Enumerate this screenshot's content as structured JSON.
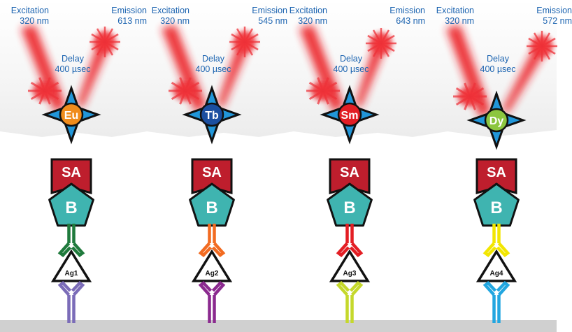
{
  "colors": {
    "label_text": "#1b63b0",
    "beam_red": "#ec1c24",
    "star_blue": "#2196d9",
    "sa_red": "#be1e2d",
    "biotin_teal": "#3fb4b0",
    "surface_gray": "#d0d0d0"
  },
  "columns": [
    {
      "excitation": "Excitation",
      "excitation_wl": "320 nm",
      "emission": "Emission",
      "emission_wl": "613 nm",
      "delay": "Delay",
      "delay_time": "400 µsec",
      "lanthanide": "Eu",
      "lanthanide_color": "#f08c1c",
      "streptavidin": "SA",
      "biotin": "B",
      "detection_antibody_color": "#1f7a3c",
      "antigen": "Ag1",
      "capture_antibody_color": "#7b6cb8"
    },
    {
      "excitation": "Excitation",
      "excitation_wl": "320 nm",
      "emission": "Emission",
      "emission_wl": "545 nm",
      "delay": "Delay",
      "delay_time": "400 µsec",
      "lanthanide": "Tb",
      "lanthanide_color": "#1b4fa0",
      "streptavidin": "SA",
      "biotin": "B",
      "detection_antibody_color": "#f26b21",
      "antigen": "Ag2",
      "capture_antibody_color": "#8b2a8f"
    },
    {
      "excitation": "Excitation",
      "excitation_wl": "320 nm",
      "emission": "Emission",
      "emission_wl": "643 nm",
      "delay": "Delay",
      "delay_time": "400 µsec",
      "lanthanide": "Sm",
      "lanthanide_color": "#e31e24",
      "streptavidin": "SA",
      "biotin": "B",
      "detection_antibody_color": "#e31e24",
      "antigen": "Ag3",
      "capture_antibody_color": "#c5d82c"
    },
    {
      "excitation": "Excitation",
      "excitation_wl": "320 nm",
      "emission": "Emission",
      "emission_wl": "572 nm",
      "delay": "Delay",
      "delay_time": "400 µsec",
      "lanthanide": "Dy",
      "lanthanide_color": "#8cc63f",
      "streptavidin": "SA",
      "biotin": "B",
      "detection_antibody_color": "#f2e600",
      "antigen": "Ag4",
      "capture_antibody_color": "#22a6e0"
    }
  ]
}
